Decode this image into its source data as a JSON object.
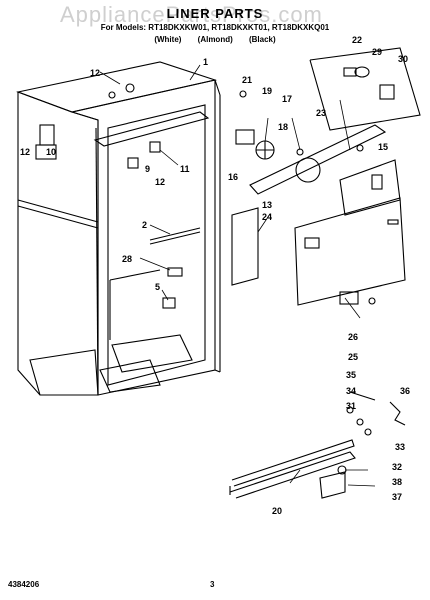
{
  "watermark": "AppliancePartsPros.com",
  "header": {
    "title": "LINER PARTS",
    "models": "For Models: RT18DKXKW01, RT18DKXKT01, RT18DKXKQ01",
    "colors": "(White) (Almond) (Black)"
  },
  "callouts": {
    "c1": "1",
    "c12a": "12",
    "c12b": "12",
    "c12c": "12",
    "c10": "10",
    "c9": "9",
    "c11": "11",
    "c2": "2",
    "c28": "28",
    "c5": "5",
    "c21": "21",
    "c19": "19",
    "c17": "17",
    "c18": "18",
    "c16": "16",
    "c22": "22",
    "c29": "29",
    "c30": "30",
    "c23": "23",
    "c15": "15",
    "c13": "13",
    "c24": "24",
    "c26": "26",
    "c25": "25",
    "c35": "35",
    "c34": "34",
    "c31": "31",
    "c36": "36",
    "c33": "33",
    "c32": "32",
    "c38": "38",
    "c37": "37",
    "c20": "20"
  },
  "footer": {
    "part_number": "4384206",
    "page_number": "3"
  }
}
